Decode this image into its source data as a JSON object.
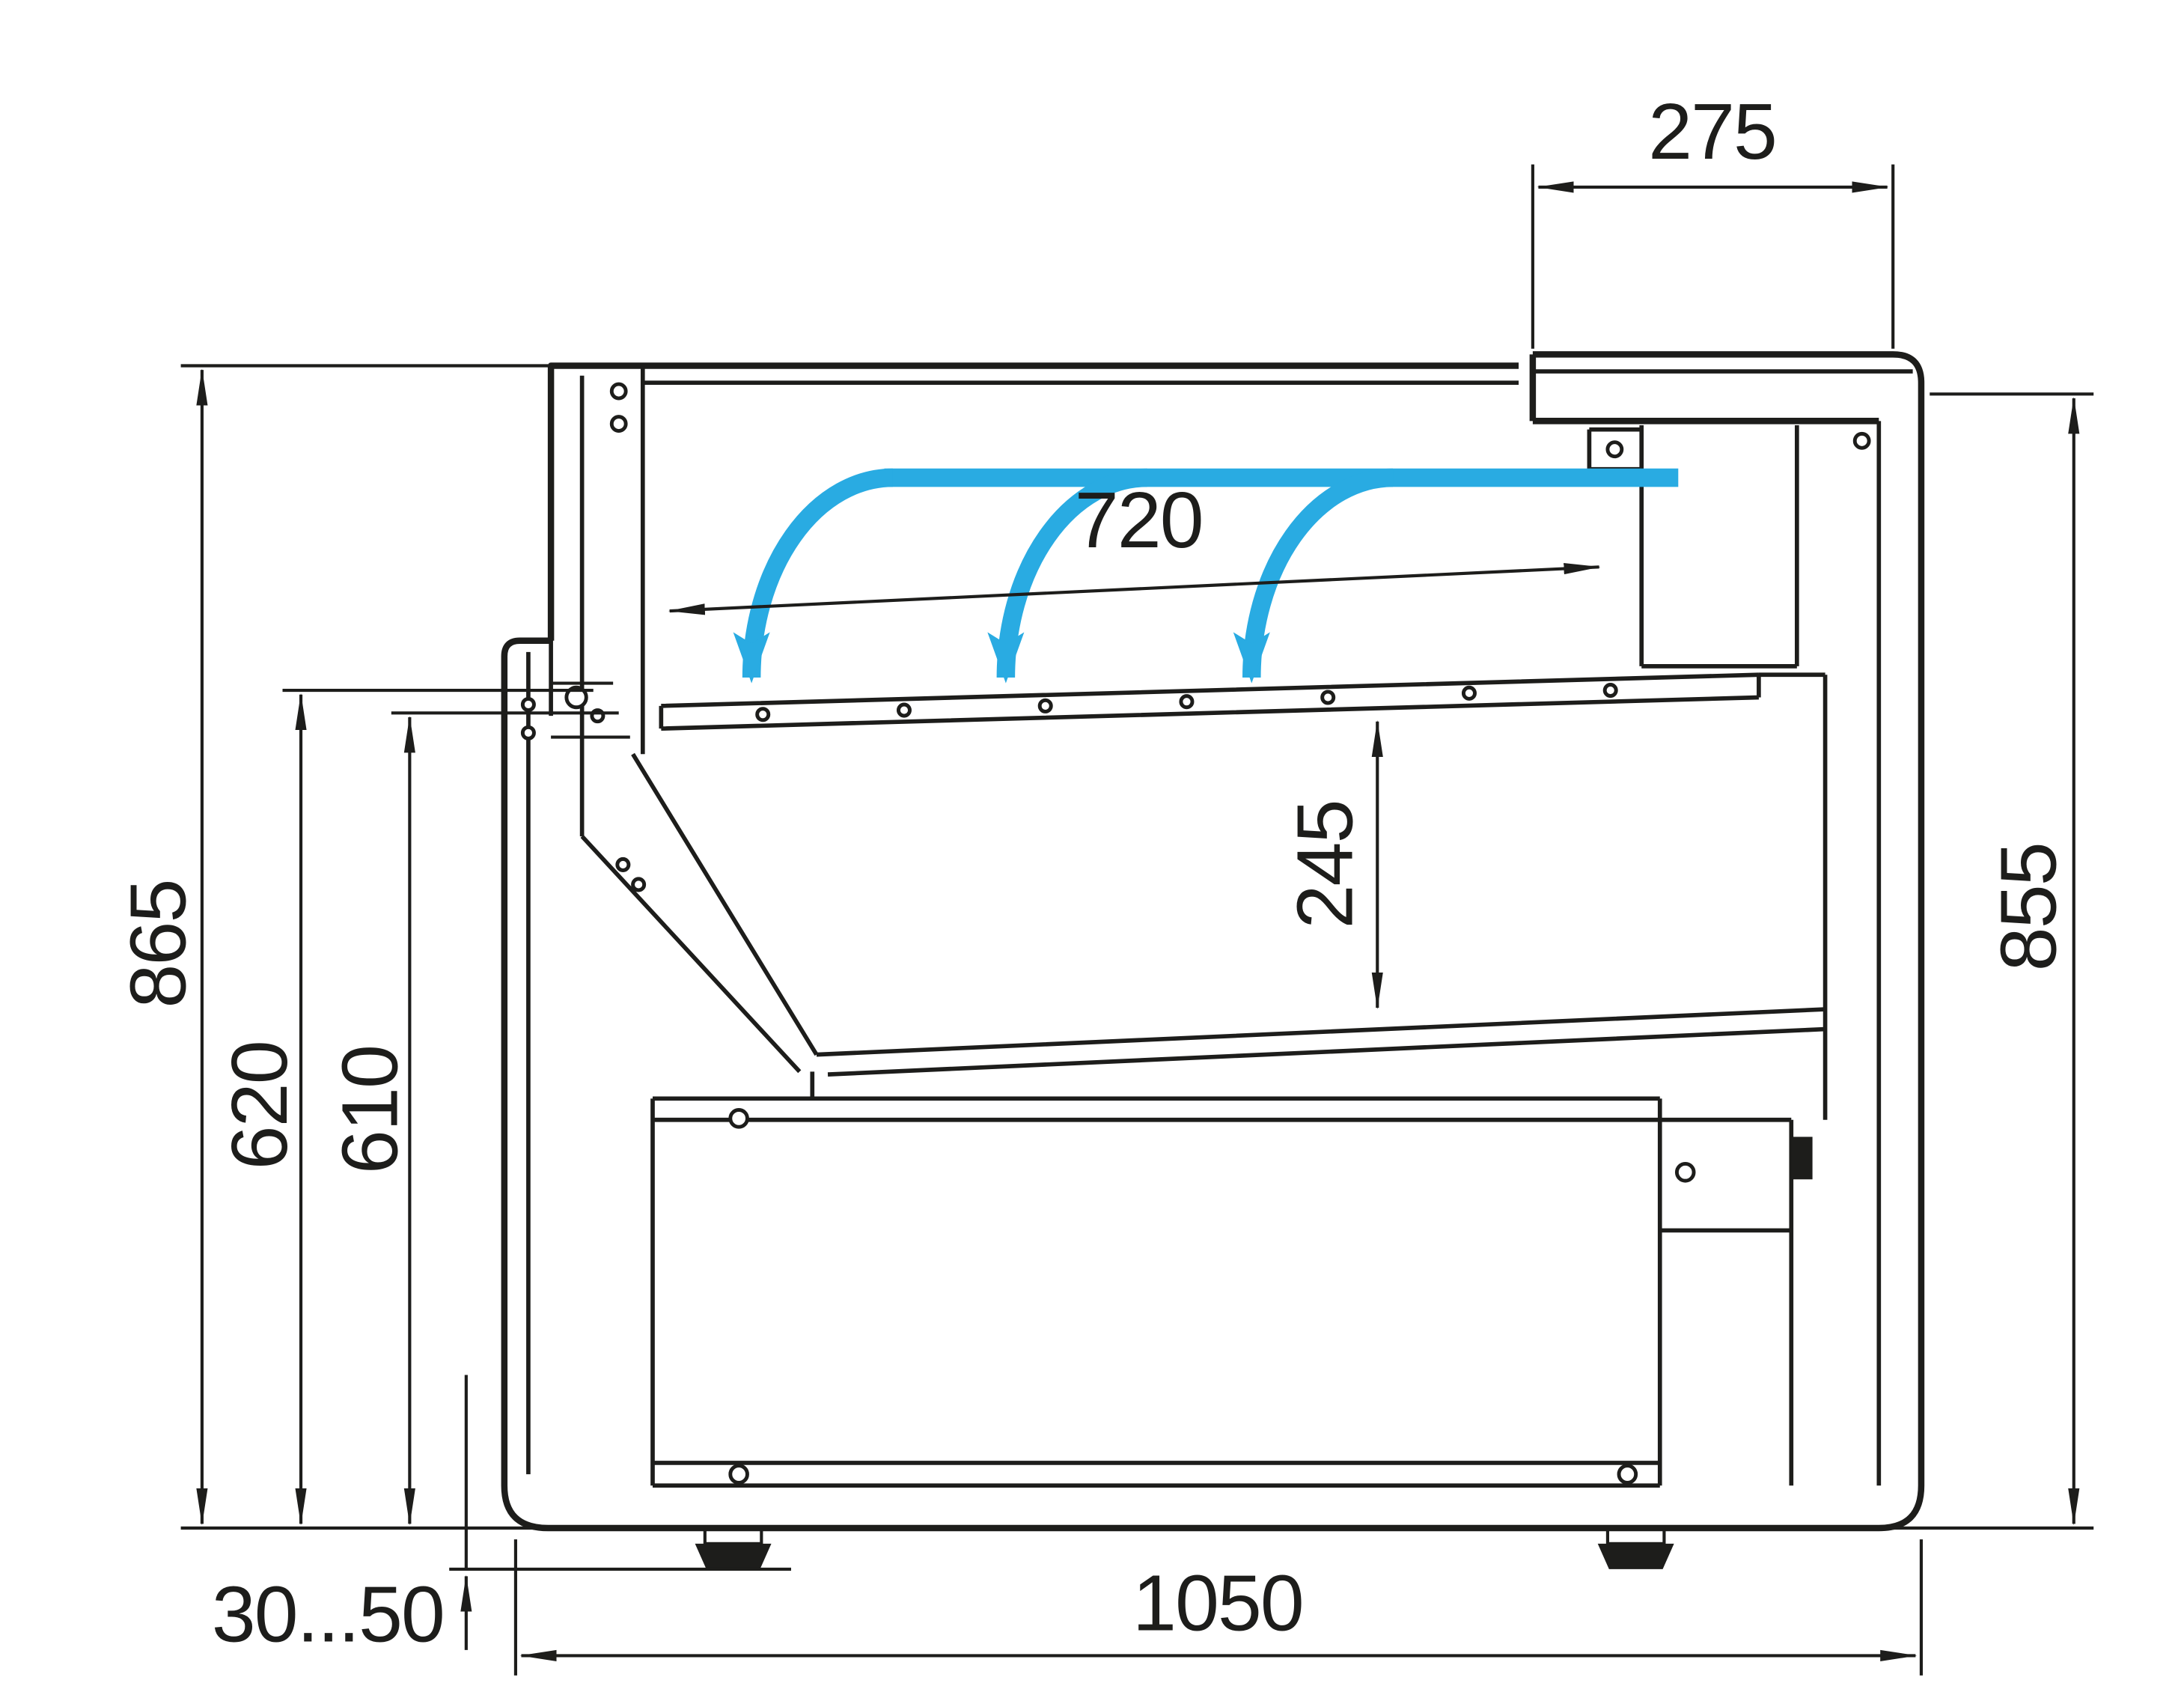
{
  "diagram": {
    "type": "technical-drawing",
    "subject": "Refrigerated serve-over counter side cross-section with air-curtain flow",
    "colors": {
      "line": "#1d1d1b",
      "airflow": "#29abe2",
      "background": "#ffffff"
    },
    "airflow": {
      "arrow_count": 3
    },
    "dimensions": {
      "back_overall_height": {
        "value": "865"
      },
      "mid_back_height": {
        "value": "620"
      },
      "deck_front_height": {
        "value": "610"
      },
      "foot_adjust_range": {
        "value": "30...50"
      },
      "base_depth": {
        "value": "1050"
      },
      "display_deck_depth": {
        "value": "720"
      },
      "well_inner_height": {
        "value": "245"
      },
      "canopy_depth": {
        "value": "275"
      },
      "front_overall_height": {
        "value": "855"
      }
    }
  }
}
